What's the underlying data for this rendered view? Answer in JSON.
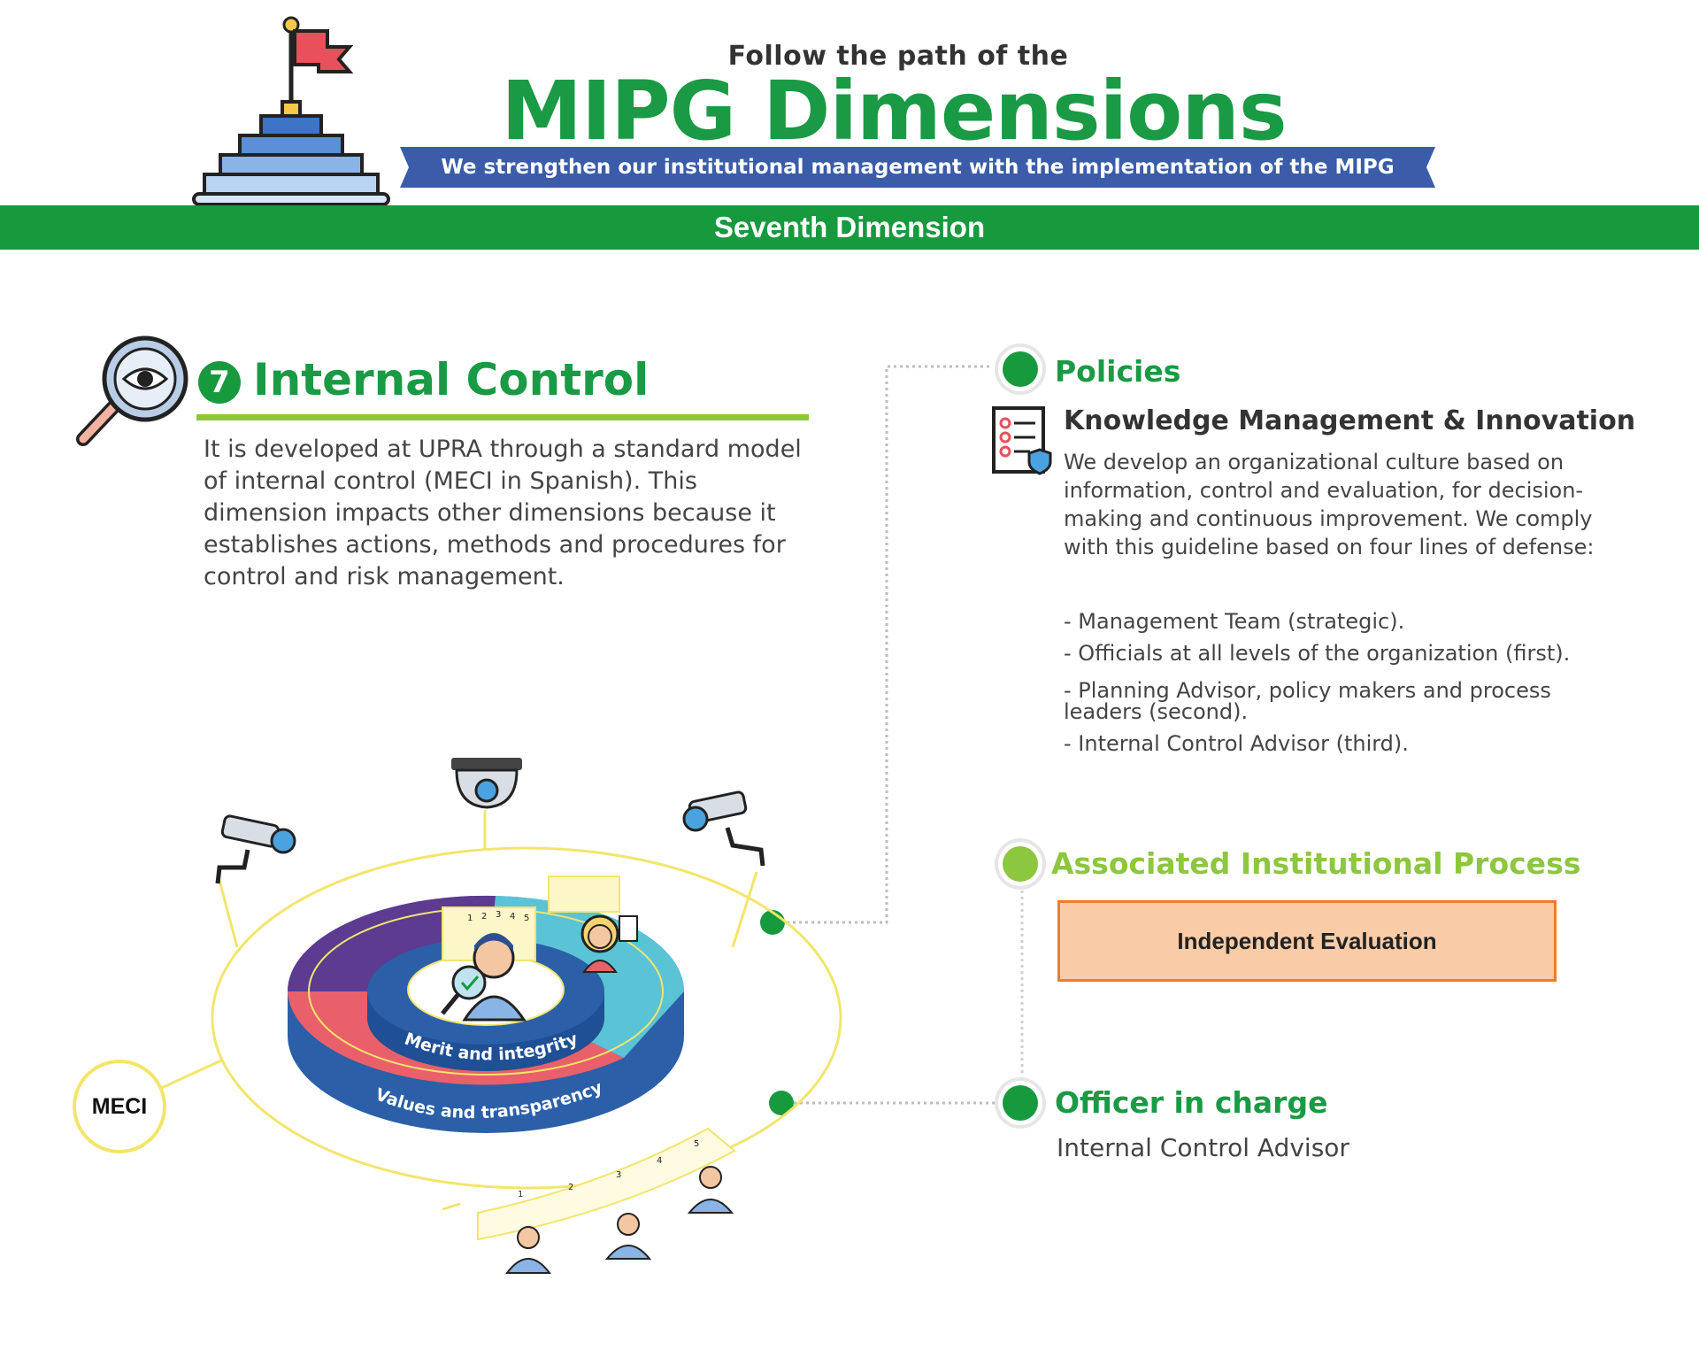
{
  "header": {
    "subtitle": "Follow the path of the",
    "title": "MIPG Dimensions",
    "ribbon": "We strengthen our institutional management with the implementation of the MIPG",
    "dimension": "Seventh Dimension"
  },
  "internal_control": {
    "number": "7",
    "title": "Internal Control",
    "description": "It is developed at UPRA through a standard model of internal control (MECI in Spanish). This dimension impacts other dimensions because it establishes actions, methods and procedures for control and risk management."
  },
  "diagram": {
    "inner_ring_label": "Merit and integrity",
    "outer_ring_label": "Values and transparency",
    "meci_label": "MECI",
    "scale_numbers_top": [
      "1",
      "2",
      "3",
      "4",
      "5"
    ],
    "scale_numbers_bottom": [
      "1",
      "2",
      "3",
      "4",
      "5"
    ]
  },
  "policies": {
    "title": "Policies",
    "policy_name": "Knowledge Management & Innovation",
    "description": "We develop an organizational culture based on information, control and evaluation, for decision-making and continuous improvement. We comply with this guideline based on four lines of defense:",
    "lines": [
      "- Management Team (strategic).",
      "- Officials at all levels of the organization (first).",
      "- Planning Advisor, policy makers and process leaders (second).",
      "- Internal Control Advisor (third)."
    ]
  },
  "process": {
    "title": "Associated Institutional Process",
    "name": "Independent Evaluation"
  },
  "officer": {
    "title": "Officer in charge",
    "name": "Internal Control Advisor"
  },
  "colors": {
    "green": "#17993e",
    "light_green": "#8dc63f",
    "blue_ribbon": "#3b5ca8",
    "orange_border": "#ef7c2a",
    "peach_fill": "#f9cba7",
    "ring_yellow": "#f2e56b"
  }
}
